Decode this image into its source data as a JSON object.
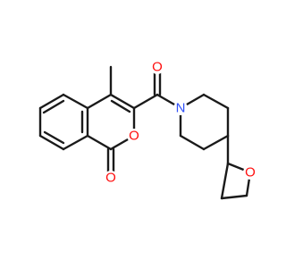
{
  "molecule": {
    "atom_labels": {
      "ring_oxygen": "O",
      "lactone_carbonyl_oxygen": "O",
      "amide_carbonyl_oxygen": "O",
      "piperidine_nitrogen": "N",
      "oxolane_oxygen": "O"
    },
    "colors": {
      "bond": "#1a1a1a",
      "oxygen": "#ff0d0d",
      "nitrogen": "#3050f8",
      "background": "#ffffff"
    }
  }
}
